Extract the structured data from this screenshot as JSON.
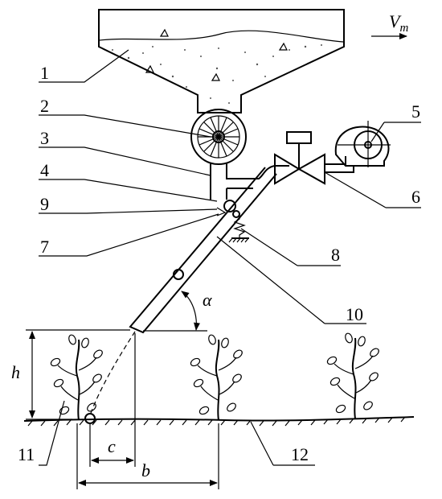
{
  "labels": {
    "n1": "1",
    "n2": "2",
    "n3": "3",
    "n4": "4",
    "n5": "5",
    "n6": "6",
    "n7": "7",
    "n8": "8",
    "n9": "9",
    "n10": "10",
    "n11": "11",
    "n12": "12"
  },
  "symbols": {
    "velocity": "V",
    "velocity_sub": "m",
    "alpha": "α",
    "h": "h",
    "b": "b",
    "c": "c"
  },
  "icons": [
    "hopper",
    "metering-wheel",
    "fan",
    "valve",
    "spring",
    "plants",
    "pellet"
  ]
}
